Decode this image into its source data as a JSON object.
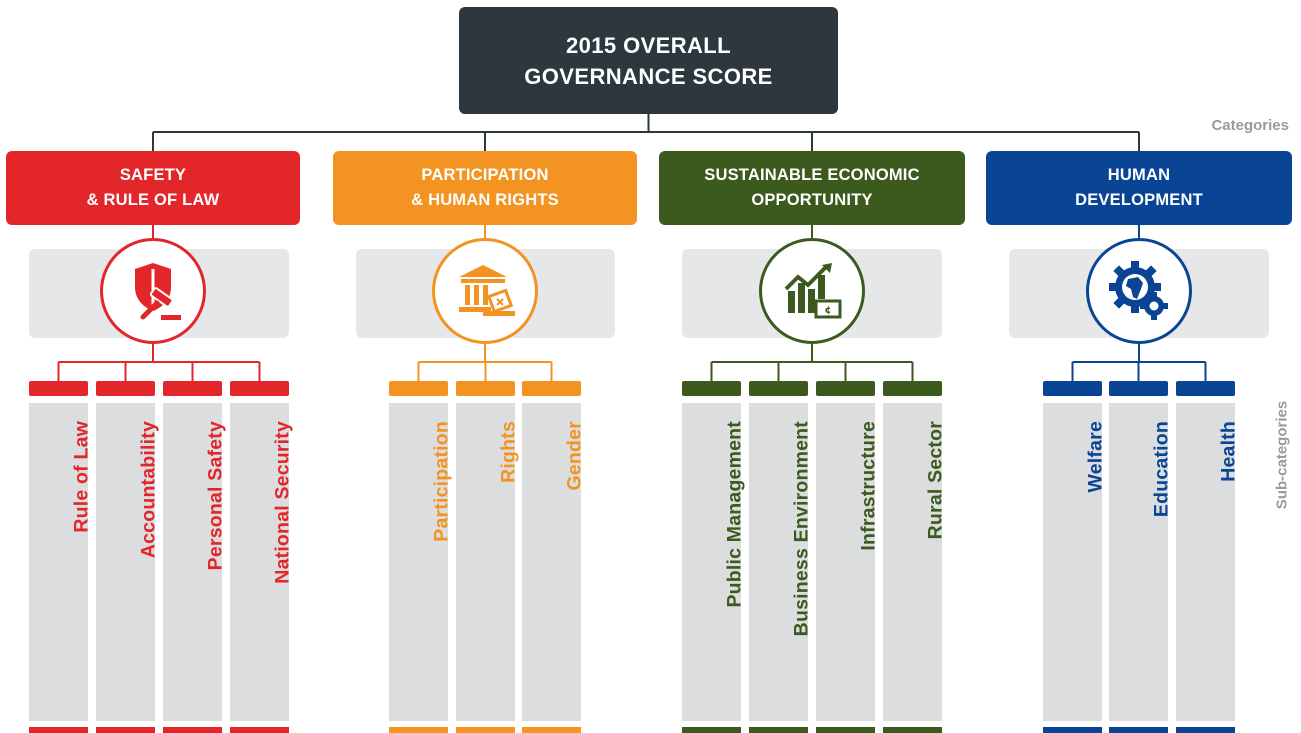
{
  "top": {
    "title_line1": "2015 OVERALL",
    "title_line2": "GOVERNANCE SCORE"
  },
  "labels": {
    "categories": "Categories",
    "subcategories": "Sub-categories"
  },
  "colors": {
    "top_box": "#2c383e",
    "connector": "#2c383e",
    "icon_panel": "#e6e7e8",
    "sub_column": "#dcdddf",
    "side_label": "#9a9a9a"
  },
  "categories": [
    {
      "line1": "SAFETY",
      "line2": "& RULE OF LAW",
      "color": "#e3262a",
      "icon": "shield-gavel-icon",
      "subcategories": [
        "Rule of Law",
        "Accountability",
        "Personal Safety",
        "National Security"
      ]
    },
    {
      "line1": "PARTICIPATION",
      "line2": "& HUMAN RIGHTS",
      "color": "#f39321",
      "icon": "courthouse-ballot-icon",
      "subcategories": [
        "Participation",
        "Rights",
        "Gender"
      ]
    },
    {
      "line1": "SUSTAINABLE ECONOMIC",
      "line2": "OPPORTUNITY",
      "color": "#3d5a1e",
      "icon": "growth-chart-money-icon",
      "subcategories": [
        "Public Management",
        "Business Environment",
        "Infrastructure",
        "Rural Sector"
      ]
    },
    {
      "line1": "HUMAN",
      "line2": "DEVELOPMENT",
      "color": "#0a4494",
      "icon": "africa-gears-icon",
      "subcategories": [
        "Welfare",
        "Education",
        "Health"
      ]
    }
  ]
}
